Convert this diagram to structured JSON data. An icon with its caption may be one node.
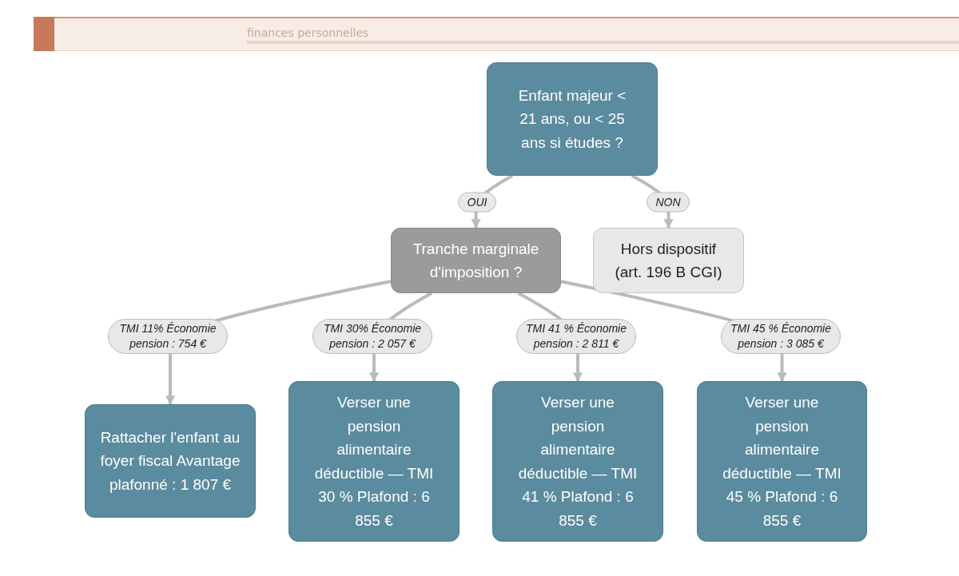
{
  "diagram": {
    "nodes": [
      {
        "text": [
          "Enfant majeur < 21 ans, ou < 25 ans si études ?"
        ]
      },
      {
        "text": [
          "Tranche marginale d'imposition ?"
        ]
      },
      {
        "text": [
          "Hors dispositif (art. 196 B CGI)"
        ]
      },
      {
        "text": [
          "Rattacher l'enfant au foyer fiscal Avantage plafonné : 1 807 €"
        ]
      },
      {
        "text": [
          "Verser une pension alimentaire déductible — TMI 30 % Plafond : 6 855 €"
        ]
      },
      {
        "text": [
          "Verser une pension alimentaire déductible — TMI 41 % Plafond : 6 855 €"
        ]
      },
      {
        "text": [
          "Verser une pension alimentaire déductible — TMI 45 % Plafond : 6 855 €"
        ]
      }
    ],
    "edges": [
      {
        "from": 0,
        "to": 1,
        "arrow": "to",
        "label": "OUI"
      },
      {
        "from": 0,
        "to": 2,
        "arrow": "to",
        "label": "NON"
      },
      {
        "from": 1,
        "to": 3,
        "arrow": "to",
        "label": "TMI 11% Économie pension : 754 €"
      },
      {
        "from": 1,
        "to": 4,
        "arrow": "to",
        "label": "TMI 30% Économie pension : 2 057 €"
      },
      {
        "from": 1,
        "to": 5,
        "arrow": "to",
        "label": "TMI 41 % Économie pension : 2 811 €"
      },
      {
        "from": 1,
        "to": 6,
        "arrow": "to",
        "label": "TMI 45 % Économie pension : 3 085 €"
      }
    ],
    "labels": [
      "finances personnelles"
    ]
  }
}
